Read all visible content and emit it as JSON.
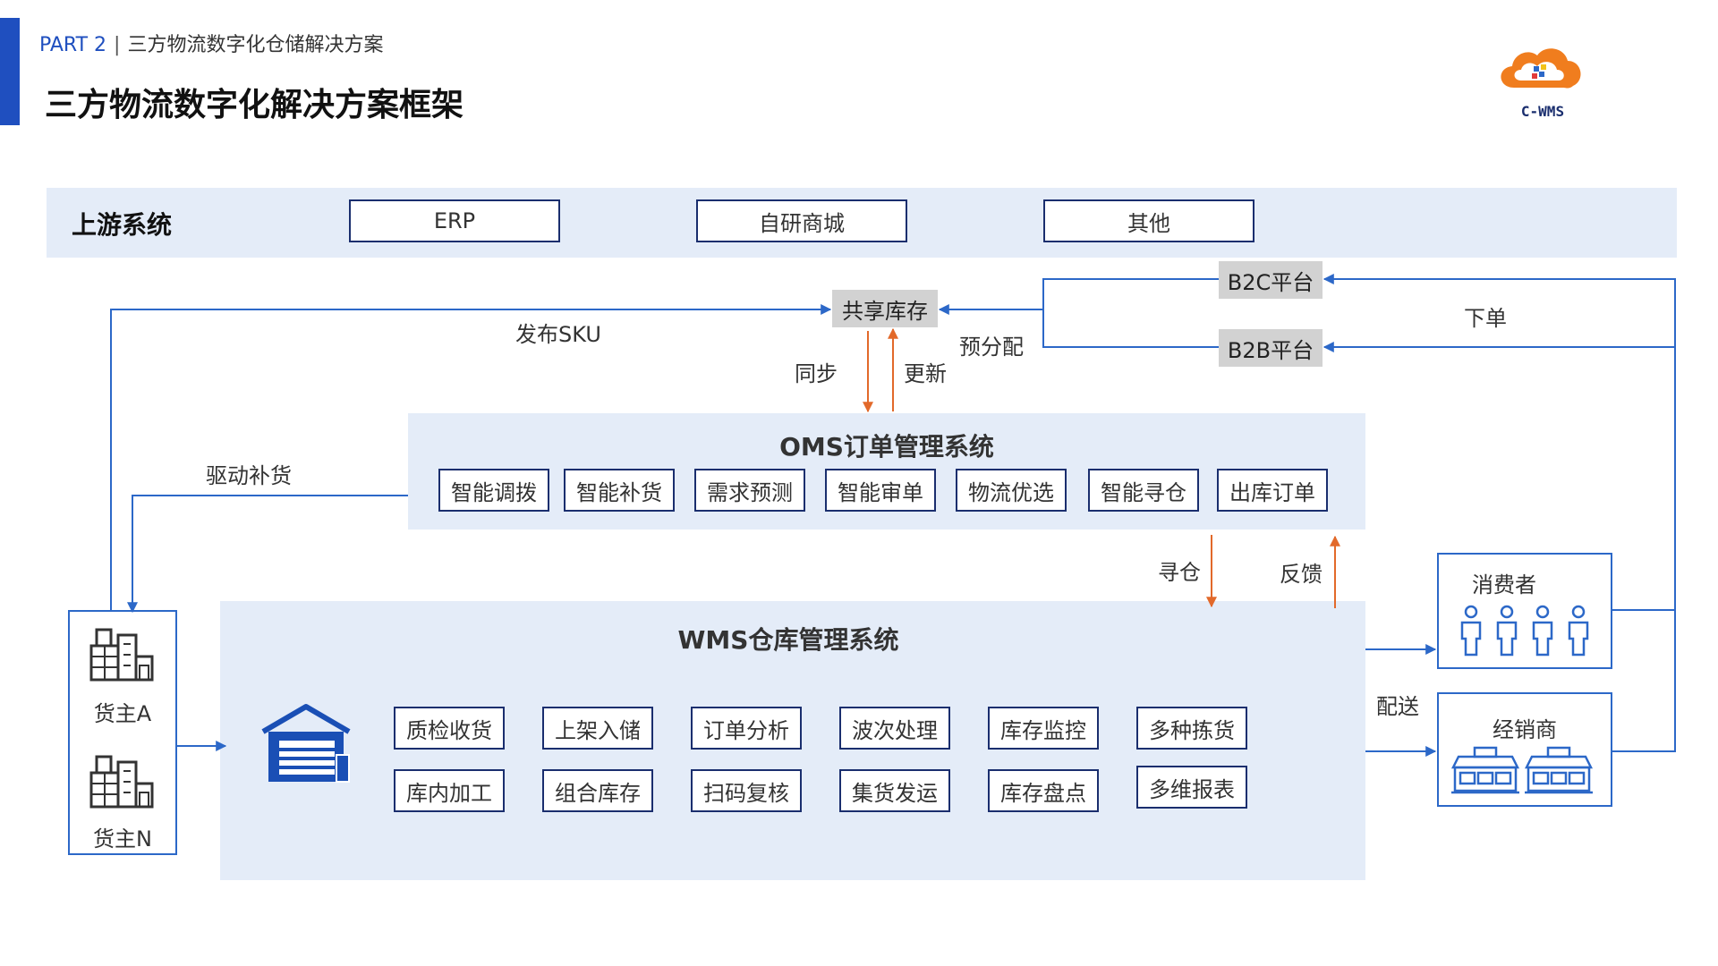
{
  "header": {
    "part": "PART 2",
    "section": "三方物流数字化仓储解决方案",
    "title": "三方物流数字化解决方案框架",
    "logo_text": "C-WMS"
  },
  "upstream": {
    "label": "上游系统",
    "items": [
      "ERP",
      "自研商城",
      "其他"
    ]
  },
  "shared_inventory": "共享库存",
  "platforms": {
    "b2c": "B2C平台",
    "b2b": "B2B平台"
  },
  "flow_labels": {
    "publish_sku": "发布SKU",
    "pre_allocate": "预分配",
    "place_order": "下单",
    "sync": "同步",
    "update": "更新",
    "drive_replenish": "驱动补货",
    "find_warehouse": "寻仓",
    "feedback": "反馈",
    "delivery": "配送"
  },
  "oms": {
    "title": "OMS订单管理系统",
    "modules": [
      "智能调拨",
      "智能补货",
      "需求预测",
      "智能审单",
      "物流优选",
      "智能寻仓",
      "出库订单"
    ]
  },
  "wms": {
    "title": "WMS仓库管理系统",
    "row1": [
      "质检收货",
      "上架入储",
      "订单分析",
      "波次处理",
      "库存监控",
      "多种拣货"
    ],
    "row2": [
      "库内加工",
      "组合库存",
      "扫码复核",
      "集货发运",
      "库存盘点",
      "多维报表"
    ]
  },
  "owners": {
    "a": "货主A",
    "n": "货主N"
  },
  "consumer": "消费者",
  "distributor": "经销商",
  "colors": {
    "accent": "#1f4fbf",
    "band": "#e4ecf8",
    "arrow_blue": "#2c68c8",
    "arrow_orange": "#e2692a",
    "box_border": "#1a2e6e"
  }
}
